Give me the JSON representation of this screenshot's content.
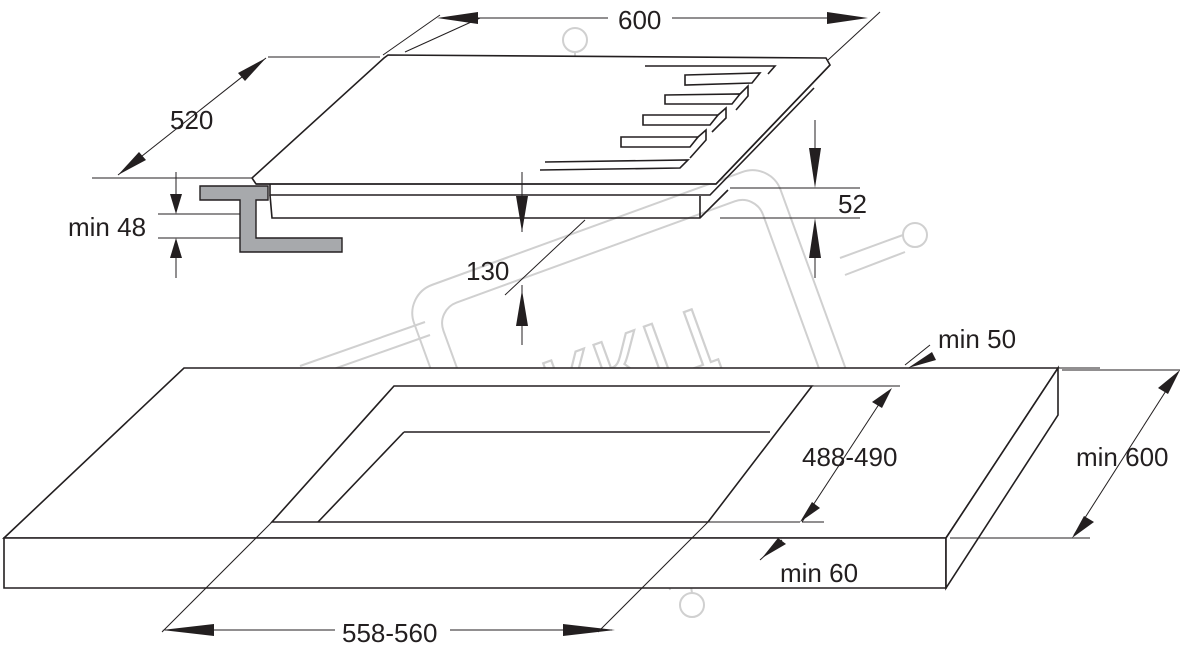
{
  "dimensions": {
    "width": "600",
    "depth": "520",
    "min_48": "min 48",
    "height_52": "52",
    "height_130": "130",
    "min_50": "min 50",
    "cutout_depth": "488-490",
    "min_600": "min 600",
    "min_60": "min 60",
    "cutout_width": "558-560"
  },
  "watermark": {
    "text": "ККЦ"
  },
  "colors": {
    "line": "#231f20",
    "bracket_fill": "#a7a9ac",
    "watermark": "#d0d0d0"
  }
}
